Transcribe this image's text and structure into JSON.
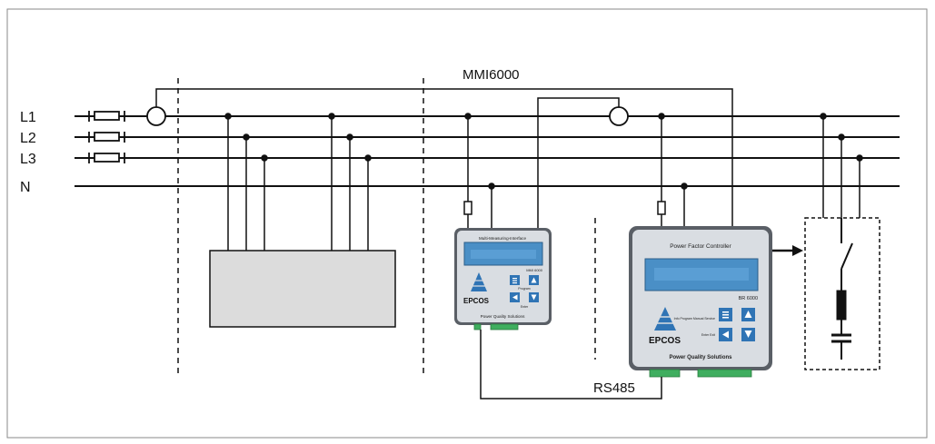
{
  "diagram": {
    "phases": [
      "L1",
      "L2",
      "L3"
    ],
    "neutral": "N",
    "interface_name": "MMI6000",
    "bus_label": "RS485"
  },
  "mmi_device": {
    "title": "Multi-Measuring-Interface",
    "model": "MMI 6000",
    "key_label_1": "Program",
    "key_label_2": "Enter",
    "brand": "EPCOS",
    "footer": "Power Quality Solutions"
  },
  "controller_device": {
    "title": "Power Factor Controller",
    "model": "BR 6000",
    "key_label_1": "Info Program Manual Service",
    "key_label_2": "Enter Exit",
    "brand": "EPCOS",
    "footer": "Power Quality Solutions"
  },
  "colors": {
    "line": "#111111",
    "device_body": "#d9dde2",
    "lcd": "#4a8fc6",
    "button": "#2f74b5",
    "terminal": "#3fae5f",
    "load_box": "#dcdcdc"
  }
}
